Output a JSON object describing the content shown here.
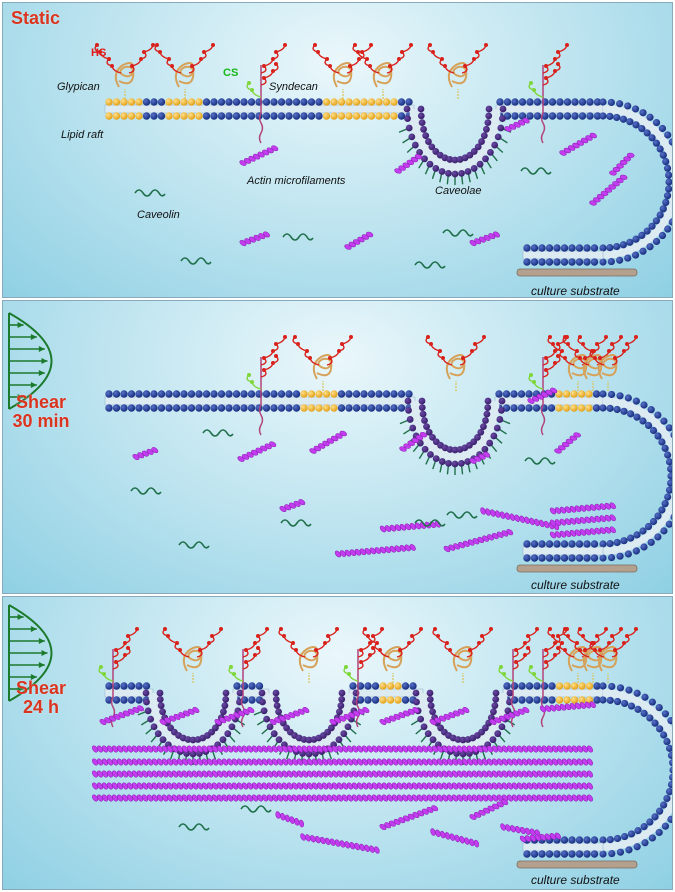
{
  "panels": [
    {
      "stage": "Static",
      "labels": {
        "hs": "HS",
        "cs": "CS",
        "glypican": "Glypican",
        "syndecan": "Syndecan",
        "lipid_raft": "Lipid raft",
        "actin": "Actin microfilaments",
        "caveolae": "Caveolae",
        "caveolin": "Caveolin"
      },
      "substrate": "culture substrate"
    },
    {
      "stage_line1": "Shear",
      "stage_line2": "30 min",
      "substrate": "culture substrate"
    },
    {
      "stage_line1": "Shear",
      "stage_line2": "24 h",
      "substrate": "culture substrate"
    }
  ],
  "colors": {
    "lipid_head": "#1a2f80",
    "lipid_head_light": "#5571c8",
    "raft_head": "#e3a21a",
    "caveola_head": "#3a1f6b",
    "actin": "#c43cf0",
    "caveolin": "#1f6f4a",
    "hs_chain": "#d9221c",
    "cs_chain": "#7fd63a",
    "core_protein": "#b1447a",
    "glypican_core": "#d6a25a",
    "flow_arrow": "#1c7a2c",
    "substrate": "#b3a08f",
    "stage_text": "#d8341f"
  },
  "icons": [
    "flow-profile-icon",
    "lipid-bilayer",
    "caveola",
    "actin-filament",
    "caveolin-protein",
    "glypican-protein",
    "syndecan-protein",
    "culture-substrate"
  ]
}
